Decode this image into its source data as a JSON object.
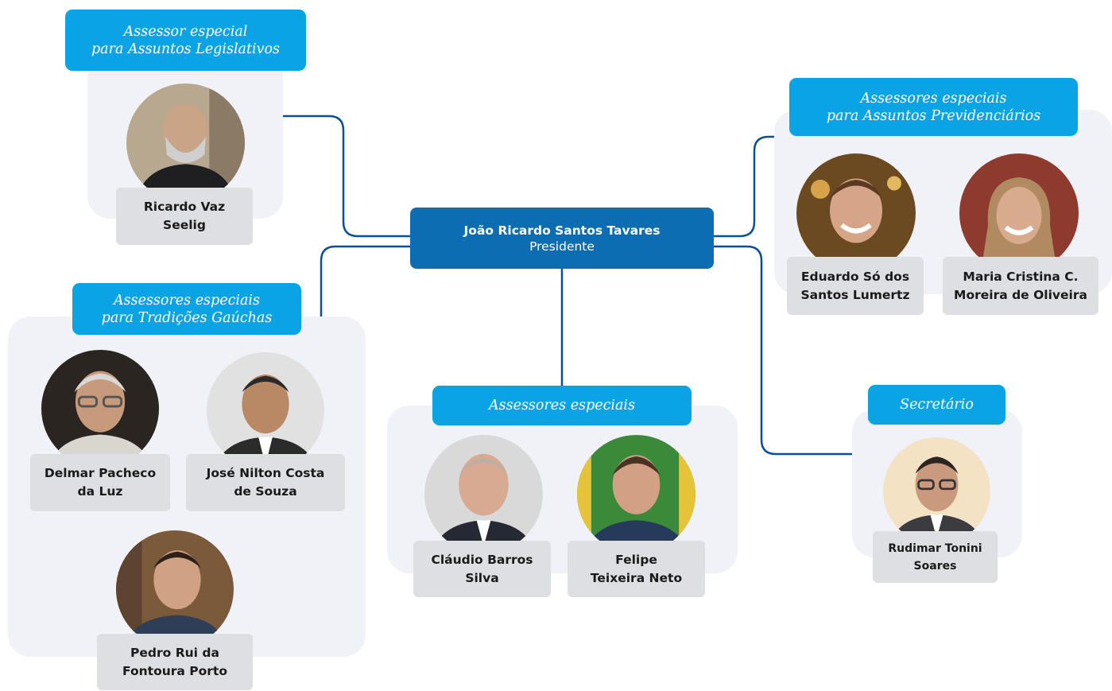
{
  "president": {
    "name": "João Ricardo Santos Tavares",
    "role": "Presidente"
  },
  "groups": {
    "legislativos": {
      "title_line1": "Assessor especial",
      "title_line2": "para Assuntos Legislativos",
      "members": [
        {
          "name_line1": "Ricardo Vaz",
          "name_line2": "Seelig"
        }
      ]
    },
    "previdenciarios": {
      "title_line1": "Assessores especiais",
      "title_line2": "para Assuntos Previdenciários",
      "members": [
        {
          "name_line1": "Eduardo Só dos",
          "name_line2": "Santos Lumertz"
        },
        {
          "name_line1": "Maria Cristina C.",
          "name_line2": "Moreira de Oliveira"
        }
      ]
    },
    "tradicoes": {
      "title_line1": "Assessores especiais",
      "title_line2": "para Tradições Gaúchas",
      "members": [
        {
          "name_line1": "Delmar Pacheco",
          "name_line2": "da Luz"
        },
        {
          "name_line1": "José Nilton Costa",
          "name_line2": "de Souza"
        },
        {
          "name_line1": "Pedro Rui da",
          "name_line2": "Fontoura Porto"
        }
      ]
    },
    "especiais": {
      "title_line1": "Assessores especiais",
      "members": [
        {
          "name_line1": "Cláudio Barros",
          "name_line2": "Silva"
        },
        {
          "name_line1": "Felipe",
          "name_line2": "Teixeira Neto"
        }
      ]
    },
    "secretario": {
      "title_line1": "Secretário",
      "members": [
        {
          "name_line1": "Rudimar Tonini",
          "name_line2": "Soares"
        }
      ]
    }
  },
  "colors": {
    "connector": "#0c4f96",
    "title_bg": "#0aa3e3",
    "president_bg": "#0c6db3",
    "panel_bg": "#f1f2f7",
    "namecard_bg": "#dedfe2"
  }
}
